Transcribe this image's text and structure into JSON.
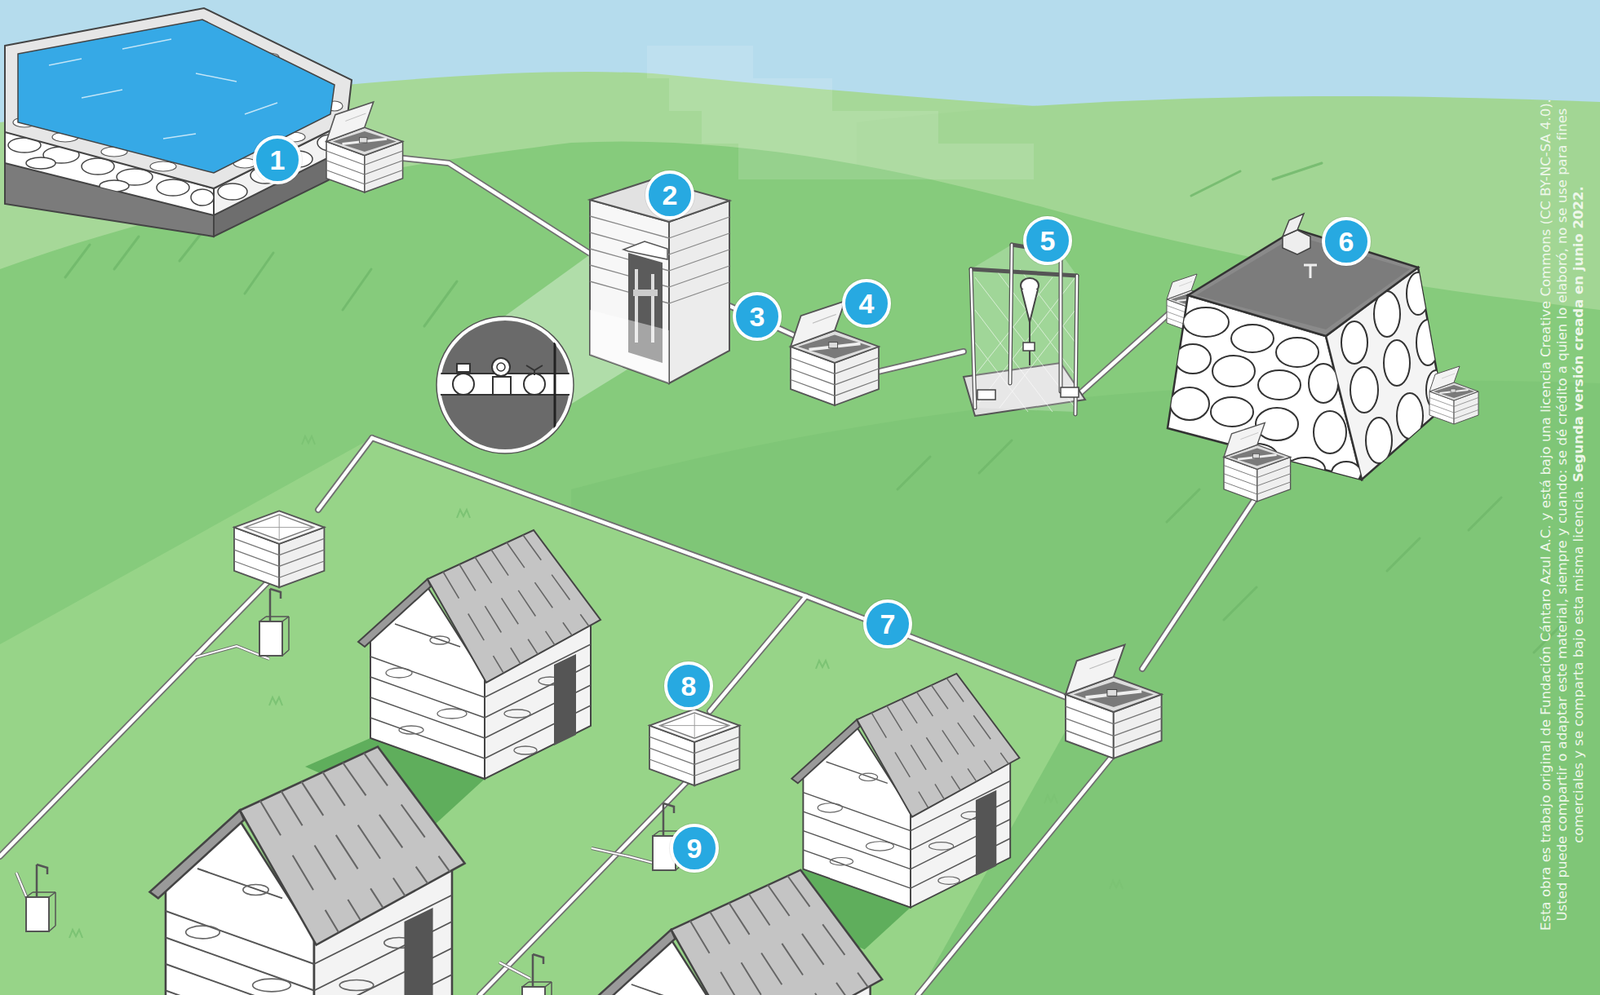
{
  "diagram": {
    "nodes": [
      {
        "text": [
          "1"
        ]
      },
      {
        "text": [
          "2"
        ]
      },
      {
        "text": [
          "3"
        ]
      },
      {
        "text": [
          "4"
        ]
      },
      {
        "text": [
          "5"
        ]
      },
      {
        "text": [
          "6"
        ]
      },
      {
        "text": [
          "7"
        ]
      },
      {
        "text": [
          "8"
        ]
      },
      {
        "text": [
          "9"
        ]
      }
    ],
    "labels": [
      "Esta obra es trabajo original de Fundación Cántaro Azul A.C. y está bajo una licencia Creative Commons (CC BY-NC-SA 4.0). Usted puede compartir o adaptar este material, siempre y cuando: se dé crédito a quien lo elaboró, no se use para fines comerciales y se comparta bajo esta misma licencia.",
      "Segunda versión creada en junio 2022."
    ]
  }
}
